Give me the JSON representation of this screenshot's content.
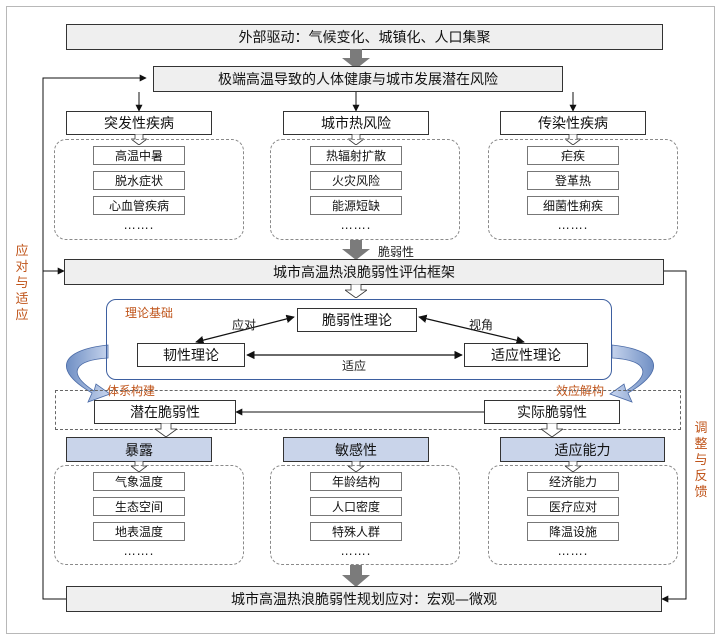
{
  "top_driver": "外部驱动：气候变化、城镇化、人口集聚",
  "risk_title": "极端高温导致的人体健康与城市发展潜在风险",
  "categories": [
    {
      "title": "突发性疾病",
      "items": [
        "高温中暑",
        "脱水症状",
        "心血管疾病"
      ],
      "more": "……."
    },
    {
      "title": "城市热风险",
      "items": [
        "热辐射扩散",
        "火灾风险",
        "能源短缺"
      ],
      "more": "……."
    },
    {
      "title": "传染性疾病",
      "items": [
        "疟疾",
        "登革热",
        "细菌性痢疾"
      ],
      "more": "……."
    }
  ],
  "vuln_label": "脆弱性",
  "framework_title": "城市高温热浪脆弱性评估框架",
  "theory": {
    "label": "理论基础",
    "center": "脆弱性理论",
    "left": "韧性理论",
    "right": "适应性理论",
    "link_left": "应对",
    "link_right": "视角",
    "link_bottom": "适应"
  },
  "system_build": "体系构建",
  "effect_analysis": "效应解构",
  "potential": "潜在脆弱性",
  "actual": "实际脆弱性",
  "dimensions": [
    {
      "title": "暴露",
      "items": [
        "气象温度",
        "生态空间",
        "地表温度"
      ],
      "more": "……."
    },
    {
      "title": "敏感性",
      "items": [
        "年龄结构",
        "人口密度",
        "特殊人群"
      ],
      "more": "……."
    },
    {
      "title": "适应能力",
      "items": [
        "经济能力",
        "医疗应对",
        "降温设施"
      ],
      "more": "……."
    }
  ],
  "bottom_title": "城市高温热浪脆弱性规划应对：宏观—微观",
  "side_left": "应对与适应",
  "side_right": "调整与反馈",
  "colors": {
    "accent_orange": "#c0551b",
    "dim_blue": "#c9d4ea",
    "theory_border": "#3d5fa0",
    "fill_gray": "#efefef"
  }
}
